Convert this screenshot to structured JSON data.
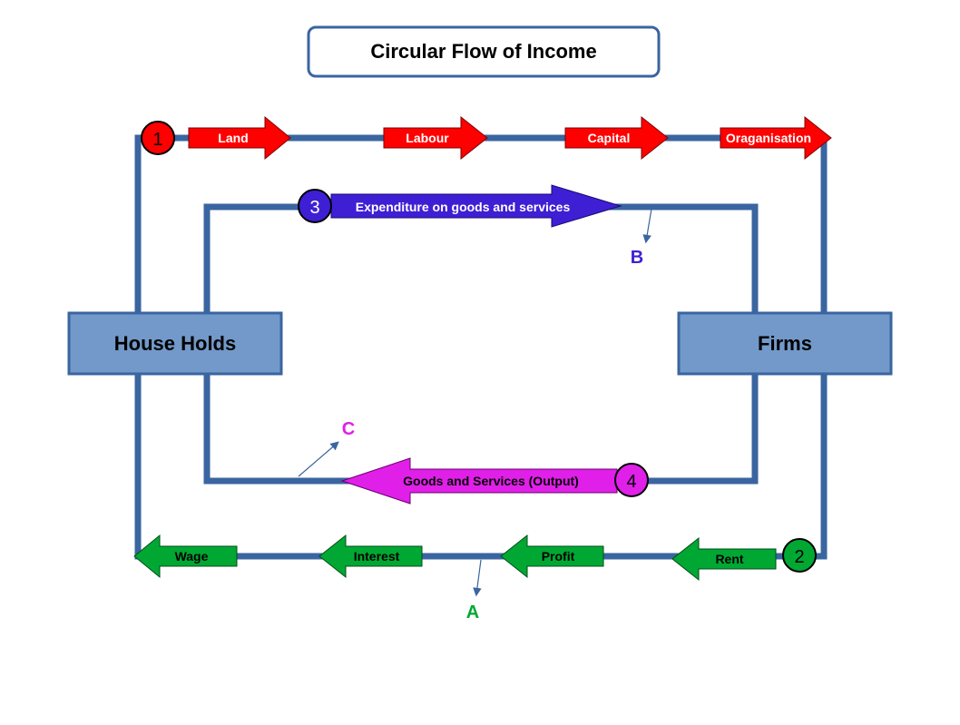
{
  "title": "Circular Flow of Income",
  "nodes": {
    "households": "House Holds",
    "firms": "Firms"
  },
  "badges": {
    "one": "1",
    "two": "2",
    "three": "3",
    "four": "4"
  },
  "factor_flow": [
    "Land",
    "Labour",
    "Capital",
    "Oraganisation"
  ],
  "income_flow": [
    "Wage",
    "Interest",
    "Profit",
    "Rent"
  ],
  "expenditure_flow": "Expenditure on goods and services",
  "output_flow": "Goods and Services (Output)",
  "pointers": {
    "a": "A",
    "b": "B",
    "c": "C"
  },
  "colors": {
    "loop_line": "#3a65a0",
    "box_fill": "#7299c9",
    "factor_red": "#ff0000",
    "income_green": "#00a833",
    "expenditure_blue": "#3f1fd4",
    "output_magenta": "#e020e8",
    "label_a": "#00a833",
    "label_b": "#3f1fd4",
    "label_c": "#e020e8"
  }
}
